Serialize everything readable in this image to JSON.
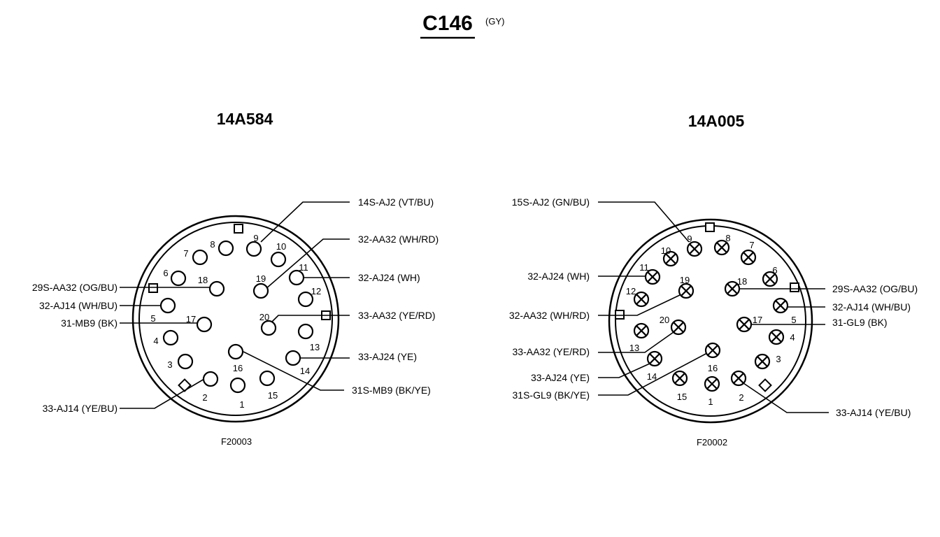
{
  "title": "C146",
  "title_color_code": "(GY)",
  "connectors": [
    {
      "part_number": "14A584",
      "figure_id": "F20003",
      "pin_style": "open",
      "pin_labels": [
        "1",
        "2",
        "3",
        "4",
        "5",
        "6",
        "7",
        "8",
        "9",
        "10",
        "11",
        "12",
        "13",
        "14",
        "15",
        "16",
        "17",
        "18",
        "19",
        "20"
      ],
      "wires": [
        {
          "pin": "9",
          "label": "14S-AJ2 (VT/BU)"
        },
        {
          "pin": "19",
          "label": "32-AA32 (WH/RD)"
        },
        {
          "pin": "11",
          "label": "32-AJ24 (WH)"
        },
        {
          "pin": "20",
          "label": "33-AA32 (YE/RD)"
        },
        {
          "pin": "14",
          "label": "33-AJ24 (YE)"
        },
        {
          "pin": "16",
          "label": "31S-MB9 (BK/YE)"
        },
        {
          "pin": "18",
          "label": "29S-AA32 (OG/BU)"
        },
        {
          "pin": "5",
          "label": "32-AJ14 (WH/BU)"
        },
        {
          "pin": "17",
          "label": "31-MB9 (BK)"
        },
        {
          "pin": "2",
          "label": "33-AJ14 (YE/BU)"
        }
      ]
    },
    {
      "part_number": "14A005",
      "figure_id": "F20002",
      "pin_style": "crossed",
      "pin_labels": [
        "1",
        "2",
        "3",
        "4",
        "5",
        "6",
        "7",
        "8",
        "9",
        "10",
        "11",
        "12",
        "13",
        "14",
        "15",
        "16",
        "17",
        "18",
        "19",
        "20"
      ],
      "wires": [
        {
          "pin": "9",
          "label": "15S-AJ2 (GN/BU)"
        },
        {
          "pin": "11",
          "label": "32-AJ24 (WH)"
        },
        {
          "pin": "19",
          "label": "32-AA32 (WH/RD)"
        },
        {
          "pin": "20",
          "label": "33-AA32 (YE/RD)"
        },
        {
          "pin": "14",
          "label": "33-AJ24 (YE)"
        },
        {
          "pin": "16",
          "label": "31S-GL9 (BK/YE)"
        },
        {
          "pin": "18",
          "label": "29S-AA32 (OG/BU)"
        },
        {
          "pin": "5",
          "label": "32-AJ14 (WH/BU)"
        },
        {
          "pin": "17",
          "label": "31-GL9 (BK)"
        },
        {
          "pin": "2",
          "label": "33-AJ14 (YE/BU)"
        }
      ]
    }
  ],
  "colors": {
    "ink": "#000000",
    "background": "#ffffff"
  }
}
